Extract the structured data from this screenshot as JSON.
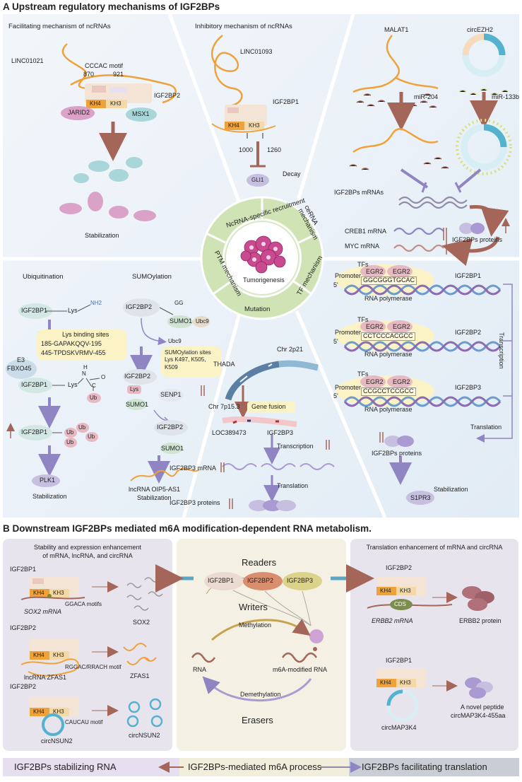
{
  "section_a": {
    "title": "A Upstream regulatory mechanisms of IGF2BPs",
    "facilitating": {
      "heading": "Facilitating mechanism of ncRNAs",
      "linc": "LINC01021",
      "motif": "CCCAC motif",
      "pos1": "870",
      "pos2": "921",
      "protein": "IGF2BP2",
      "kh4": "KH4",
      "kh3": "KH3",
      "jarid2": "JARID2",
      "msx1": "MSX1",
      "stabilization": "Stabilization"
    },
    "inhibitory": {
      "heading": "Inhibitory mechanism of ncRNAs",
      "linc": "LINC01093",
      "protein": "IGF2BP1",
      "kh4": "KH4",
      "kh3": "KH3",
      "pos1": "1000",
      "pos2": "1260",
      "gli1": "GLI1",
      "decay": "Decay"
    },
    "cerna": {
      "malat1": "MALAT1",
      "circezh2": "circEZH2",
      "mir204": "miR-204",
      "mir133b": "miR-133b",
      "mrnas": "IGF2BPs mRNAs",
      "creb1": "CREB1 mRNA",
      "myc": "MYC mRNA",
      "proteins": "IGF2BPs proteins"
    },
    "wheel": {
      "ncrna": "NcRNA-specific recruitment",
      "cerna": "ceRNA mechanism",
      "tf": "TF mechanism",
      "mutation": "Mutation",
      "ptm": "PTM mechanism",
      "center": "Tumorigenesis"
    },
    "ubiquitination": {
      "heading": "Ubiquitination",
      "igf2bp1": "IGF2BP1",
      "lys": "Lys",
      "nh2": "NH2",
      "sites_title": "Lys binding sites",
      "site1": "185-GAPAKQQV-195",
      "site2": "445-TPDSKVRMV-455",
      "e3": "E3",
      "fbxo45": "FBXO45",
      "n": "N",
      "h": "H",
      "c": "C",
      "o": "O",
      "ub": "Ub",
      "plk1": "PLK1",
      "stabilization": "Stabilization"
    },
    "sumoylation": {
      "heading": "SUMOylation",
      "igf2bp2": "IGF2BP2",
      "gg": "GG",
      "sumo1": "SUMO1",
      "ubc9": "Ubc9",
      "sites": "SUMOylation sites Lys K497, K505, K509",
      "lys": "Lys",
      "senp1": "SENP1",
      "oip5": "lncRNA OIP5-AS1",
      "stabilization": "Stabilization"
    },
    "mutation": {
      "thada": "THADA",
      "chr2p21": "Chr 2p21",
      "chr7p": "Chr 7p15.3",
      "fusion": "Gene fusion",
      "loc": "LOC389473",
      "igf2bp3": "IGF2BP3",
      "transcription": "Transcription",
      "translation": "Translation",
      "mrna": "IGF2BP3 mRNA",
      "proteins": "IGF2BP3 proteins"
    },
    "tf": {
      "tfs": "TFs",
      "egr2": "EGR2",
      "promoter": "Promoter",
      "five": "5'",
      "rnapol": "RNA polymerase",
      "seq1": "GGCGGGTGCAC",
      "seq2": "CCTCCCACGCC",
      "seq3": "CCGCCTCCGCC",
      "gene1": "IGF2BP1",
      "gene2": "IGF2BP2",
      "gene3": "IGF2BP3",
      "transcription": "Transcription",
      "translation": "Translation",
      "proteins": "IGF2BPs proteins",
      "stabilization": "Stabilization",
      "s1pr3": "S1PR3"
    }
  },
  "section_b": {
    "title": "B Downstream IGF2BPs mediated m6A modification-dependent RNA metabolism.",
    "left": {
      "heading1": "Stability and expression enhancement",
      "heading2": "of mRNA, lncRNA, and circRNA",
      "p1": "IGF2BP1",
      "p2": "IGF2BP2",
      "p3": "IGF2BP2",
      "kh4": "KH4",
      "kh3": "KH3",
      "sox2_mrna": "SOX2 mRNA",
      "ggaca": "GGACA motifs",
      "sox2": "SOX2",
      "rggac": "RGGAC/RRACH motif",
      "zfas1_lnc": "lncRNA ZFAS1",
      "zfas1": "ZFAS1",
      "caucau": "CAUCAU motif",
      "circnsun2": "circNSUN2"
    },
    "center": {
      "readers": "Readers",
      "r1": "IGF2BP1",
      "r2": "IGF2BP2",
      "r3": "IGF2BP3",
      "writers": "Writers",
      "methylation": "Methylation",
      "rna": "RNA",
      "m6a_rna": "m6A-modified RNA",
      "demethylation": "Demethylation",
      "erasers": "Erasers"
    },
    "right": {
      "heading": "Translation enhancement of mRNA and circRNA",
      "p1": "IGF2BP2",
      "p2": "IGF2BP1",
      "kh4": "KH4",
      "kh3": "KH3",
      "cds": "CDS",
      "erbb2_mrna": "ERBB2 mRNA",
      "erbb2": "ERBB2 protein",
      "circmap": "circMAP3K4",
      "peptide1": "A novel peptide",
      "peptide2": "circMAP3K4-455aa"
    },
    "bottom": {
      "left": "IGF2BPs stabilizing RNA",
      "center": "IGF2BPs-mediated m6A process",
      "right": "IGF2BPs facilitating translation"
    }
  },
  "colors": {
    "orange": "#f0a23a",
    "blue_panel": "#eaf1f8",
    "green": "#b9d79a",
    "arrow": "#a5665a",
    "purple_arrow": "#8f85c2"
  }
}
